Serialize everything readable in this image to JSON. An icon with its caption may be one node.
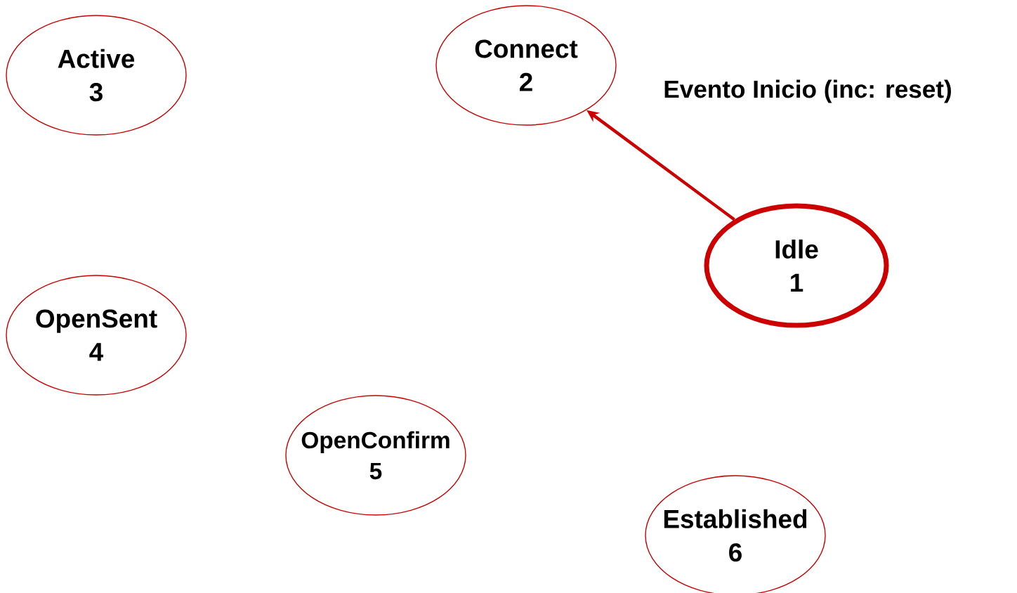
{
  "diagram": {
    "nodes": [
      {
        "text": [
          "Active",
          "3"
        ]
      },
      {
        "text": [
          "Connect",
          "2"
        ]
      },
      {
        "text": [
          "Idle",
          "1"
        ]
      },
      {
        "text": [
          "OpenSent",
          "4"
        ]
      },
      {
        "text": [
          "OpenConfirm",
          "5"
        ]
      },
      {
        "text": [
          "Established",
          "6"
        ]
      }
    ],
    "edges": [
      {
        "from": 2,
        "to": 1,
        "arrow": "to",
        "color": "#cc0000"
      }
    ],
    "labels": [
      "Evento Inicio (inc: reset)"
    ]
  }
}
